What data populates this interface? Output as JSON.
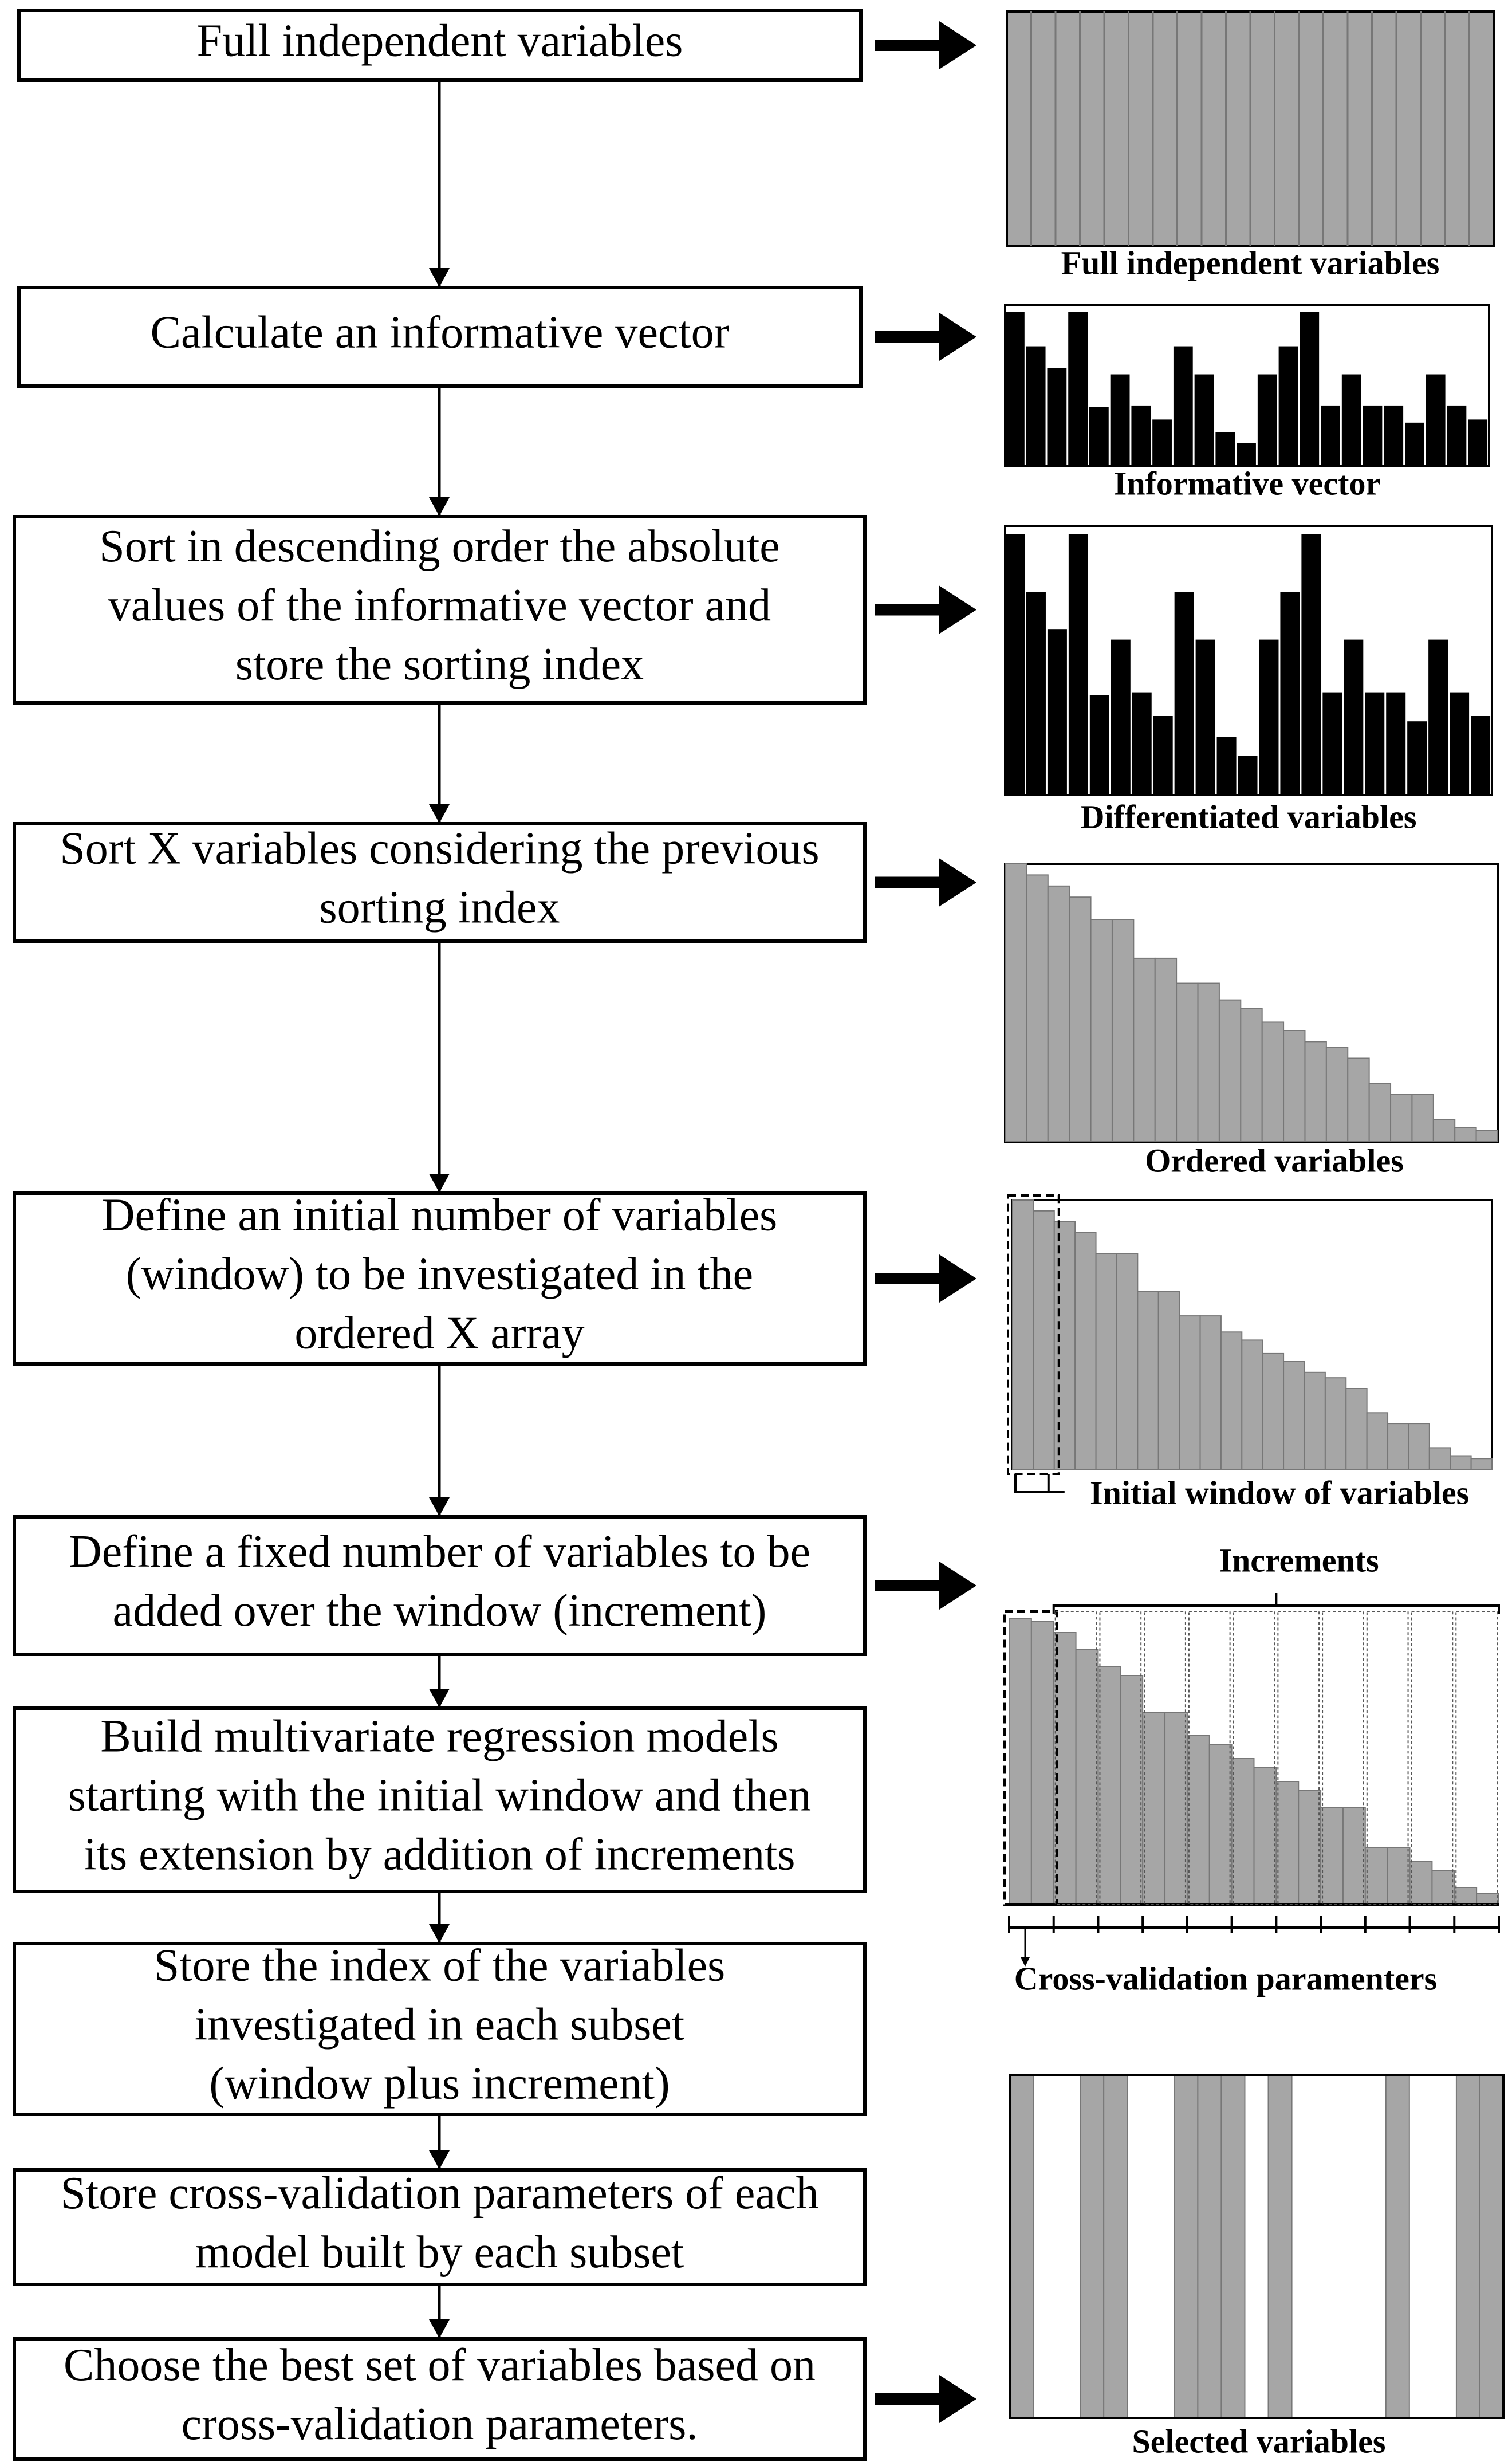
{
  "steps": [
    {
      "lines": [
        "Full independent variables"
      ],
      "arrow_right": true
    },
    {
      "lines": [
        "Calculate an informative vector"
      ],
      "arrow_right": true
    },
    {
      "lines": [
        "Sort in descending order the absolute",
        "values of the informative vector and",
        "store the sorting index"
      ],
      "arrow_right": true
    },
    {
      "lines": [
        "Sort X variables considering the previous",
        "sorting index"
      ],
      "arrow_right": true
    },
    {
      "lines": [
        "Define an initial number of variables",
        "(window) to be investigated in the",
        "ordered X array"
      ],
      "arrow_right": true
    },
    {
      "lines": [
        "Define a fixed number of variables to be",
        "added over the window (increment)"
      ],
      "arrow_right": true
    },
    {
      "lines": [
        "Build multivariate regression models",
        "starting with the initial window and then",
        "its extension by addition of increments"
      ],
      "arrow_right": false
    },
    {
      "lines": [
        "Store the index of the variables",
        "investigated in each subset",
        "(window plus increment)"
      ],
      "arrow_right": false
    },
    {
      "lines": [
        "Store cross-validation parameters of each",
        "model built by each subset"
      ],
      "arrow_right": false
    },
    {
      "lines": [
        "Choose the best set of variables based on",
        "cross-validation parameters."
      ],
      "arrow_right": true
    }
  ],
  "panels": {
    "full": {
      "caption": "Full independent variables",
      "bar_count": 20
    },
    "informative": {
      "caption": "Informative vector",
      "values": [
        0.99,
        0.77,
        0.63,
        0.99,
        0.38,
        0.59,
        0.39,
        0.3,
        0.77,
        0.59,
        0.22,
        0.15,
        0.59,
        0.77,
        0.99,
        0.39,
        0.59,
        0.39,
        0.39,
        0.28,
        0.59,
        0.39,
        0.3
      ]
    },
    "differentiated": {
      "caption": "Differentiated variables",
      "values": [
        0.99,
        0.77,
        0.63,
        0.99,
        0.38,
        0.59,
        0.39,
        0.3,
        0.77,
        0.59,
        0.22,
        0.15,
        0.59,
        0.77,
        0.99,
        0.39,
        0.59,
        0.39,
        0.39,
        0.28,
        0.59,
        0.39,
        0.3
      ]
    },
    "ordered": {
      "caption": "Ordered variables",
      "values": [
        1.0,
        0.96,
        0.92,
        0.88,
        0.8,
        0.8,
        0.66,
        0.66,
        0.57,
        0.57,
        0.51,
        0.48,
        0.43,
        0.4,
        0.36,
        0.34,
        0.3,
        0.21,
        0.17,
        0.17,
        0.08,
        0.05,
        0.04
      ]
    },
    "window": {
      "caption": "Initial window of variables",
      "values": [
        1.0,
        0.96,
        0.92,
        0.88,
        0.8,
        0.8,
        0.66,
        0.66,
        0.57,
        0.57,
        0.51,
        0.48,
        0.43,
        0.4,
        0.36,
        0.34,
        0.3,
        0.21,
        0.17,
        0.17,
        0.08,
        0.05,
        0.04
      ],
      "window_size": 2
    },
    "increments": {
      "caption_top": "Increments",
      "caption_bottom": "Cross-validation paramenters",
      "values": [
        1.0,
        0.99,
        0.95,
        0.89,
        0.83,
        0.8,
        0.67,
        0.67,
        0.59,
        0.56,
        0.51,
        0.48,
        0.43,
        0.4,
        0.34,
        0.34,
        0.2,
        0.2,
        0.15,
        0.12,
        0.06,
        0.04
      ],
      "window_size": 2,
      "increment_size": 2
    },
    "selected": {
      "caption": "Selected variables",
      "pattern": [
        1,
        0,
        0,
        1,
        1,
        0,
        0,
        1,
        1,
        1,
        0,
        1,
        0,
        0,
        0,
        0,
        1,
        0,
        0,
        1,
        1
      ]
    }
  },
  "colors": {
    "stroke": "#000000",
    "gray_fill": "#a6a6a6",
    "black_fill": "#000000",
    "background": "#ffffff"
  }
}
